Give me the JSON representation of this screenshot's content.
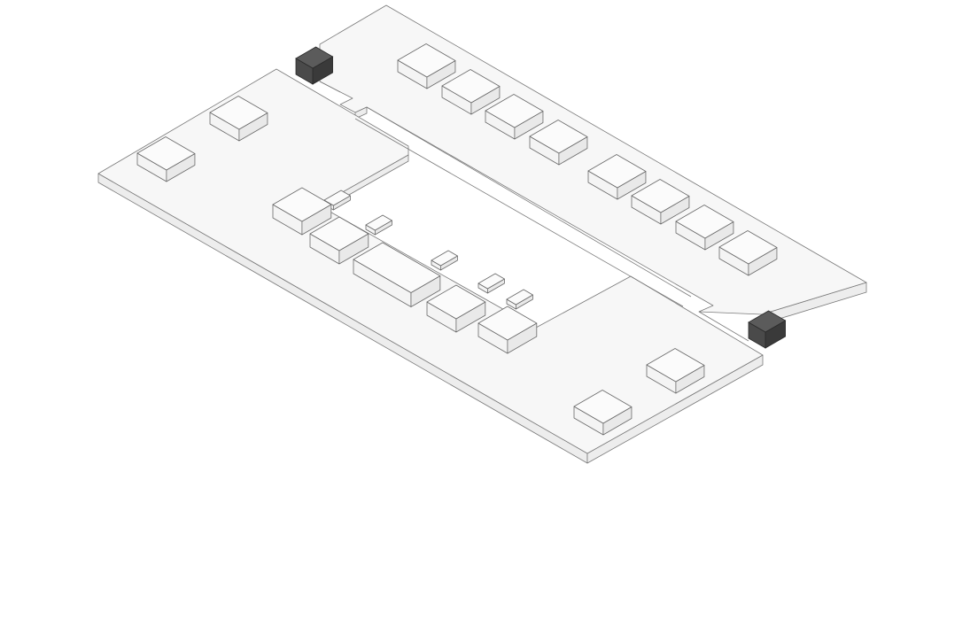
{
  "diagram": {
    "kind": "axonometric floor plate",
    "colors": {
      "slab_top": "#f7f7f7",
      "slab_side": "#ededed",
      "edge": "#7a7a7a",
      "core": "#4a4a4a"
    },
    "counts": {
      "north_wing_blocks": 8,
      "west_block_rooms": 2,
      "east_block_rooms": 2,
      "atrium_blocks": 6,
      "service_cores": 2
    }
  }
}
